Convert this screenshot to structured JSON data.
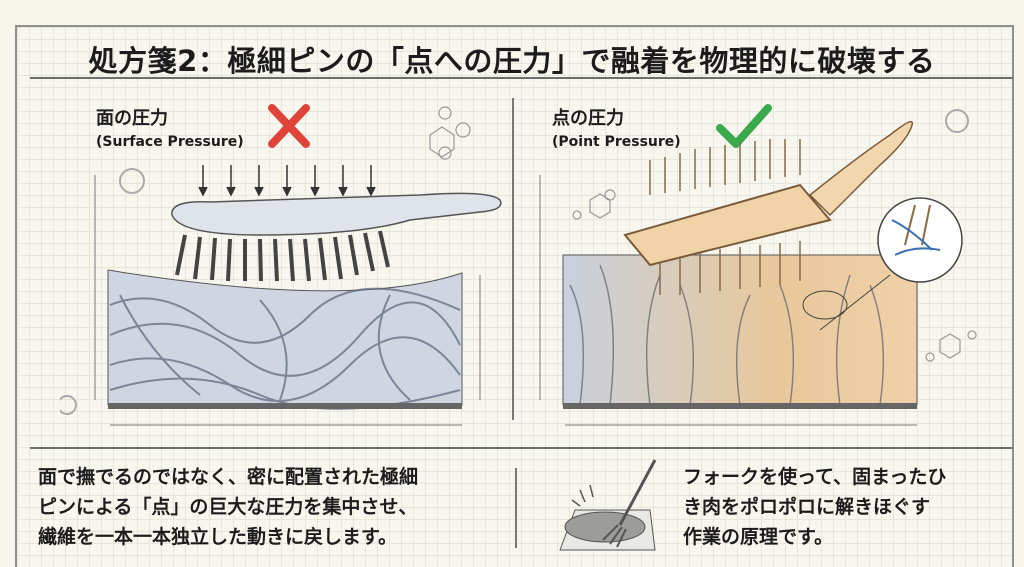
{
  "title": "処方箋2：極細ピンの「点への圧力」で融着を物理的に破壊する",
  "left_panel": {
    "label_jp": "面の圧力",
    "label_en": "(Surface Pressure)",
    "verdict_icon": "cross-icon",
    "verdict_color": "#e0433a"
  },
  "right_panel": {
    "label_jp": "点の圧力",
    "label_en": "(Point Pressure)",
    "verdict_icon": "check-icon",
    "verdict_color": "#3aa94c"
  },
  "bottom": {
    "left_text": "面で撫でるのではなく、密に配置された極細\nピンによる「点」の巨大な圧力を集中させ、\n繊維を一本一本独立した動きに戻します。",
    "right_text": "フォークを使って、固まったひ\nき肉をポロポロに解きほぐす\n作業の原理です。"
  }
}
